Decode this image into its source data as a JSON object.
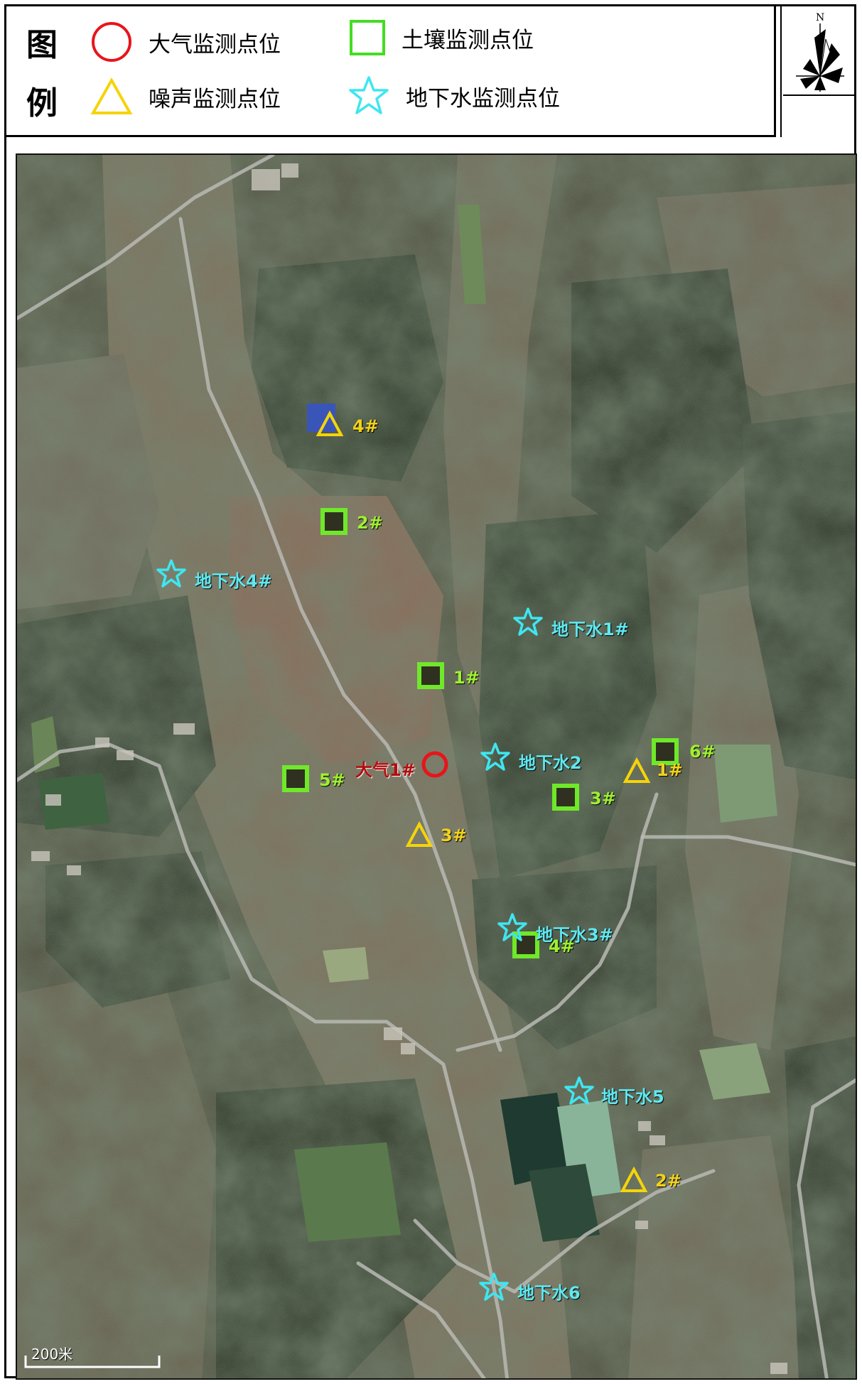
{
  "legend": {
    "title_top": "图",
    "title_bottom": "例",
    "items": {
      "air": "大气监测点位",
      "soil": "土壤监测点位",
      "noise": "噪声监测点位",
      "groundwater": "地下水监测点位"
    },
    "compass_letter": "N"
  },
  "colors": {
    "air": "#e8141a",
    "soil": "#66ee22",
    "noise": "#f5d40a",
    "groundwater": "#3fe6f0",
    "label_soil": "#9ef030",
    "label_noise": "#f0d21a",
    "label_water": "#5fe8f0",
    "label_air": "#b40d10"
  },
  "markers": {
    "air": [
      {
        "label": "大气1#"
      }
    ],
    "soil": [
      {
        "label": "2#"
      },
      {
        "label": "1#"
      },
      {
        "label": "5#"
      },
      {
        "label": "3#"
      },
      {
        "label": "6#"
      },
      {
        "label": "4#"
      }
    ],
    "noise": [
      {
        "label": "4#"
      },
      {
        "label": "3#"
      },
      {
        "label": "1#"
      },
      {
        "label": "2#"
      }
    ],
    "groundwater": [
      {
        "label": "地下水4#"
      },
      {
        "label": "地下水1#"
      },
      {
        "label": "地下水2"
      },
      {
        "label": "地下水3#"
      },
      {
        "label": "地下水5"
      },
      {
        "label": "地下水6"
      }
    ]
  },
  "scale": {
    "label": "200米"
  }
}
